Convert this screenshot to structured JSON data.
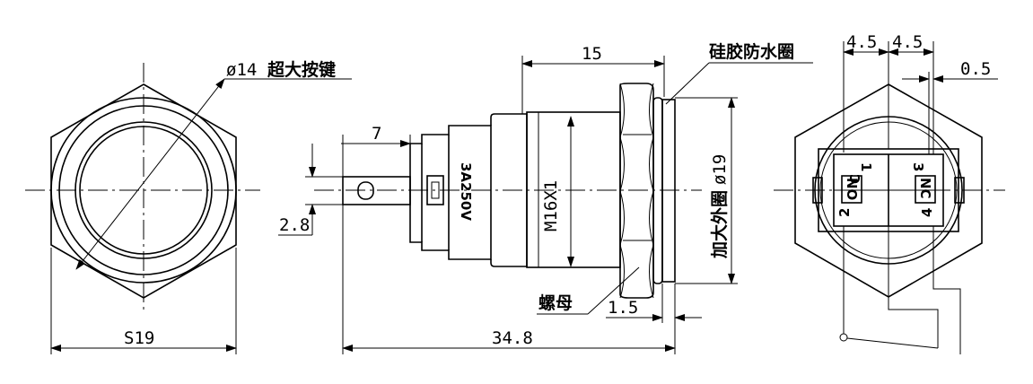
{
  "left_view": {
    "diameter_label": "ø14",
    "diameter_note": "超大按键",
    "hex_width_label": "S19"
  },
  "side_view": {
    "length_15": "15",
    "length_7": "7",
    "thickness_2_8": "2.8",
    "rating": "3A250V",
    "thread": "M16X1",
    "outer_diameter_note": "加大外圈",
    "outer_diameter_value": "ø19",
    "seal_label": "硅胶防水圈",
    "nut_label": "螺母",
    "gap_1_5": "1.5",
    "total_length": "34.8"
  },
  "right_view": {
    "pitch_a": "4.5",
    "pitch_b": "4.5",
    "pin_thickness": "0.5",
    "terminals": [
      "1",
      "2",
      "3",
      "4"
    ],
    "no_label": "NO",
    "c_label": "C",
    "nc_label": "NC"
  }
}
